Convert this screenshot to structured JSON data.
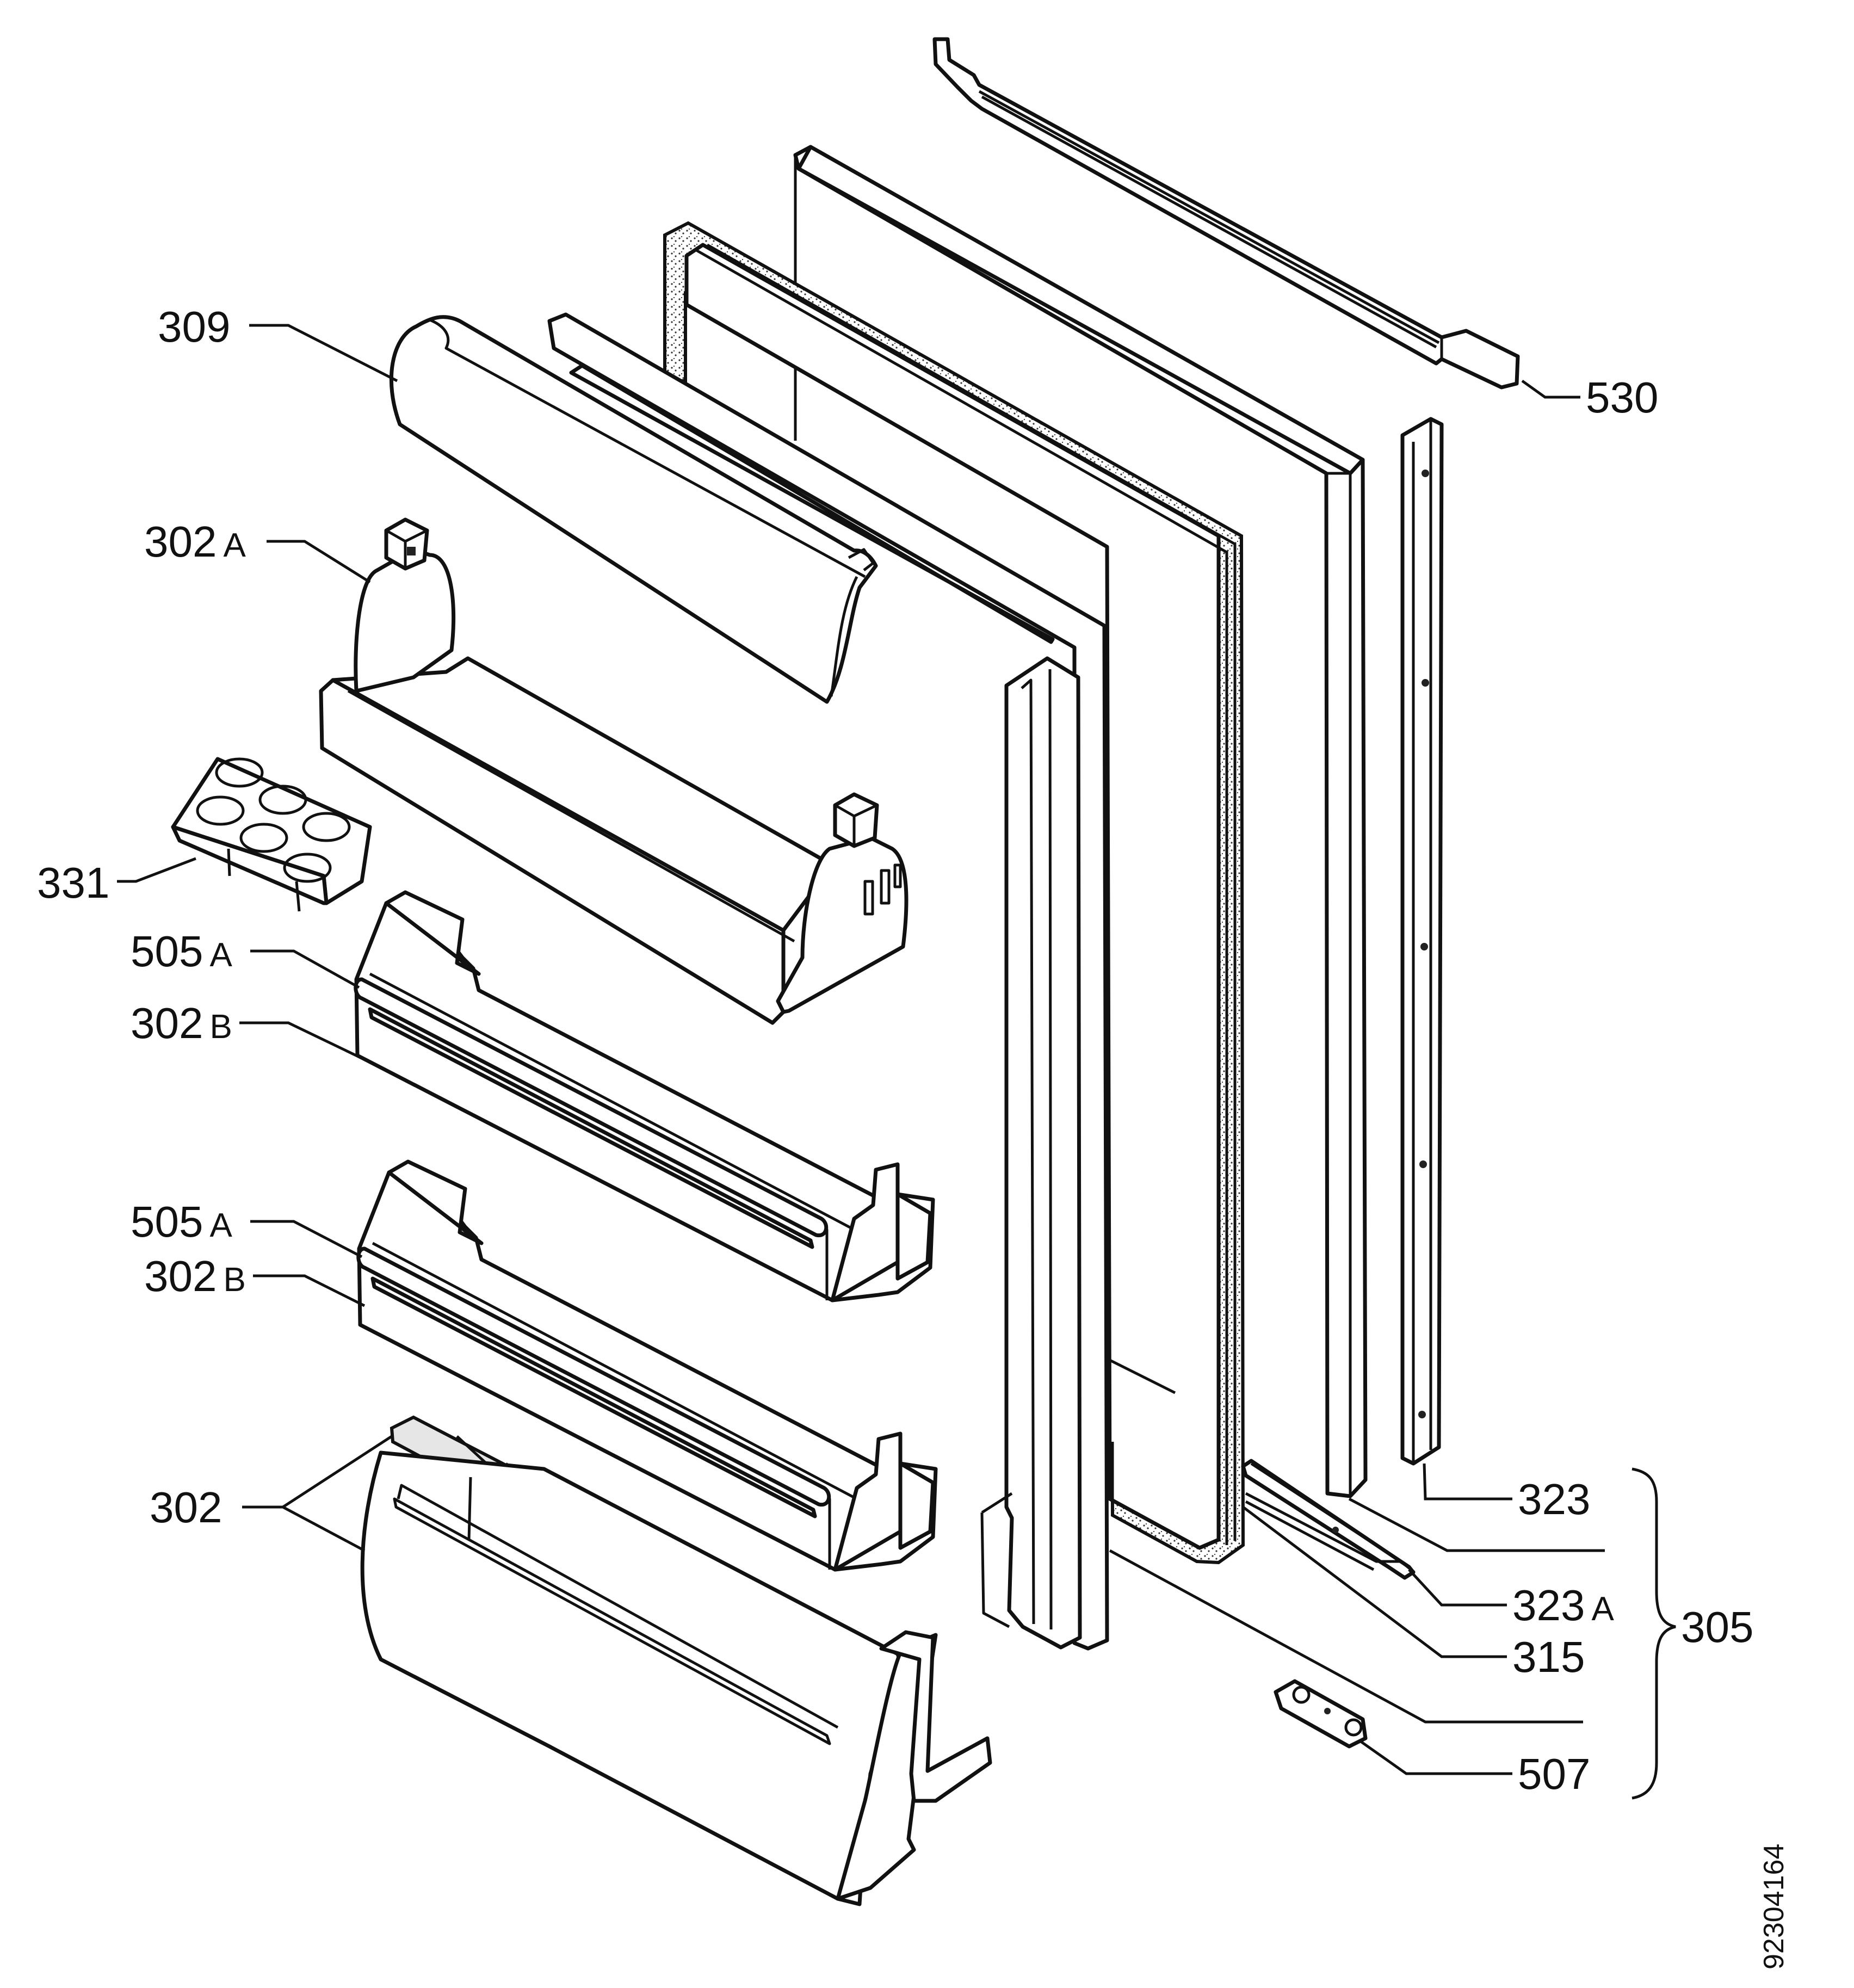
{
  "labels": {
    "l309": "309",
    "l302a_num": "302",
    "l302a_suf": "A",
    "l331": "331",
    "l505a1_num": "505",
    "l505a1_suf": "A",
    "l302b1_num": "302",
    "l302b1_suf": "B",
    "l505a2_num": "505",
    "l505a2_suf": "A",
    "l302b2_num": "302",
    "l302b2_suf": "B",
    "l302": "302",
    "l530": "530",
    "l323": "323",
    "l323a_num": "323",
    "l323a_suf": "A",
    "l315": "315",
    "l305": "305",
    "l507": "507"
  },
  "document_id": "92304164"
}
